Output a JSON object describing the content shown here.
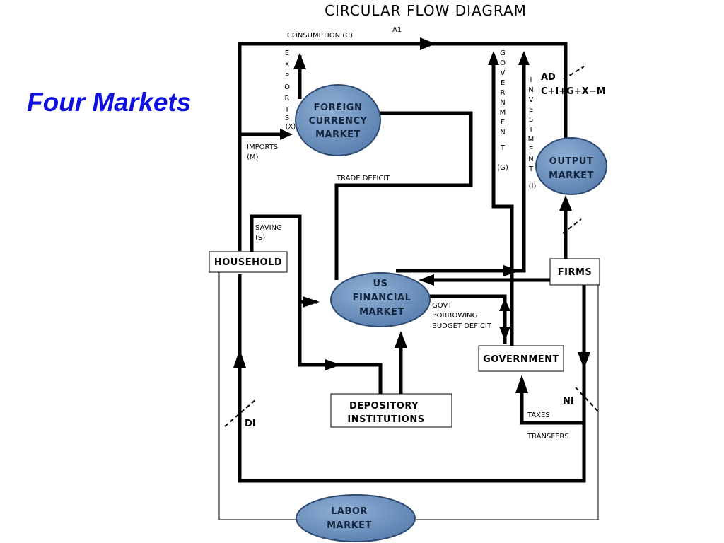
{
  "slide": {
    "title": "Four Markets"
  },
  "diagram": {
    "title": "CIRCULAR FLOW DIAGRAM",
    "nodes": {
      "household": "HOUSEHOLD",
      "firms": "FIRMS",
      "government": "GOVERNMENT",
      "depository": [
        "DEPOSITORY",
        "INSTITUTIONS"
      ],
      "foreign_currency_market": [
        "FOREIGN",
        "CURRENCY",
        "MARKET"
      ],
      "output_market": [
        "OUTPUT",
        "MARKET"
      ],
      "us_financial_market": [
        "US",
        "FINANCIAL",
        "MARKET"
      ],
      "labor_market": [
        "LABOR",
        "MARKET"
      ]
    },
    "labels": {
      "consumption": "CONSUMPTION (C)",
      "a1": "A1",
      "exports": [
        "E",
        "X",
        "P",
        "O",
        "R",
        "T",
        "S",
        "(X)"
      ],
      "government_spending": [
        "G",
        "O",
        "V",
        "E",
        "R",
        "N",
        "M",
        "E",
        "N",
        "T",
        "(G)"
      ],
      "investment": [
        "I",
        "N",
        "V",
        "E",
        "S",
        "T",
        "M",
        "E",
        "N",
        "T",
        "(I)"
      ],
      "ad_line1": "AD",
      "ad_line2": "C+I+G+X−M",
      "imports_line1": "IMPORTS",
      "imports_line2": "(M)",
      "trade_deficit": "TRADE DEFICIT",
      "saving_line1": "SAVING",
      "saving_line2": "(S)",
      "govt_borrowing": [
        "GOVT",
        "BORROWING",
        "BUDGET DEFICIT"
      ],
      "ni": "NI",
      "taxes": "TAXES",
      "transfers": "TRANSFERS",
      "di": "DI"
    },
    "colors": {
      "market_fill": "#6a8db8",
      "market_stroke": "#2e4a73",
      "line": "#000000"
    }
  }
}
